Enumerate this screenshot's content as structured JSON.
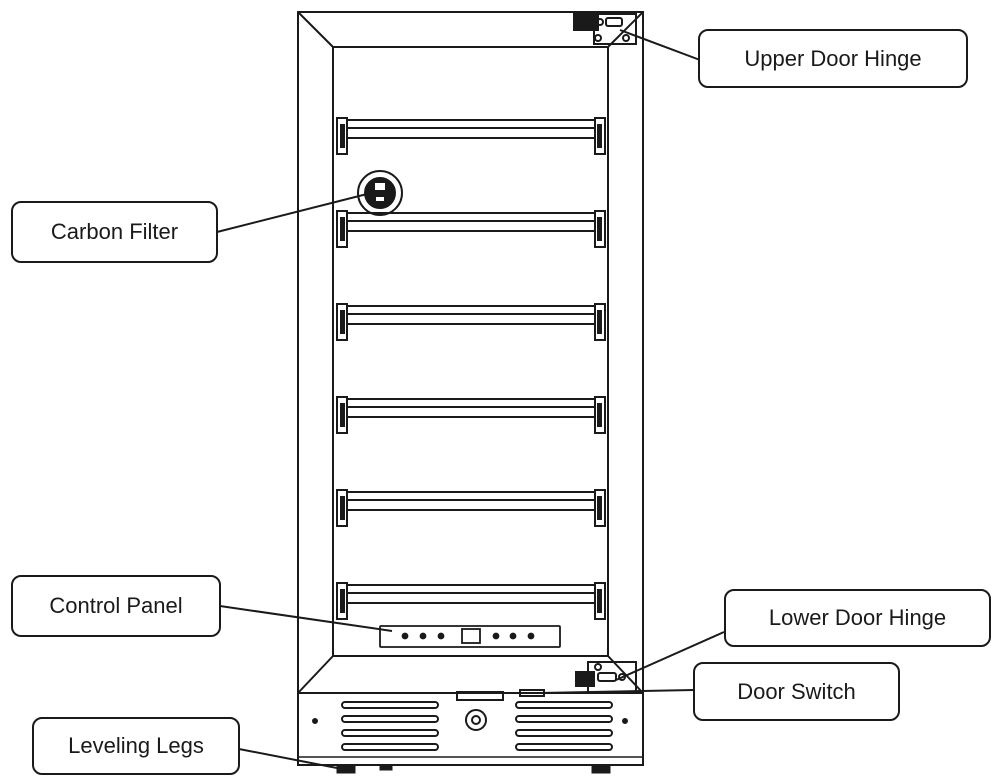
{
  "labels": {
    "upper_door_hinge": "Upper Door Hinge",
    "carbon_filter": "Carbon Filter",
    "control_panel": "Control Panel",
    "lower_door_hinge": "Lower Door Hinge",
    "door_switch": "Door Switch",
    "leveling_legs": "Leveling Legs"
  },
  "appliance": {
    "shelf_count": 6,
    "vent_rows_per_grille": 4
  },
  "colors": {
    "line": "#1a1a1a",
    "background": "#ffffff"
  }
}
